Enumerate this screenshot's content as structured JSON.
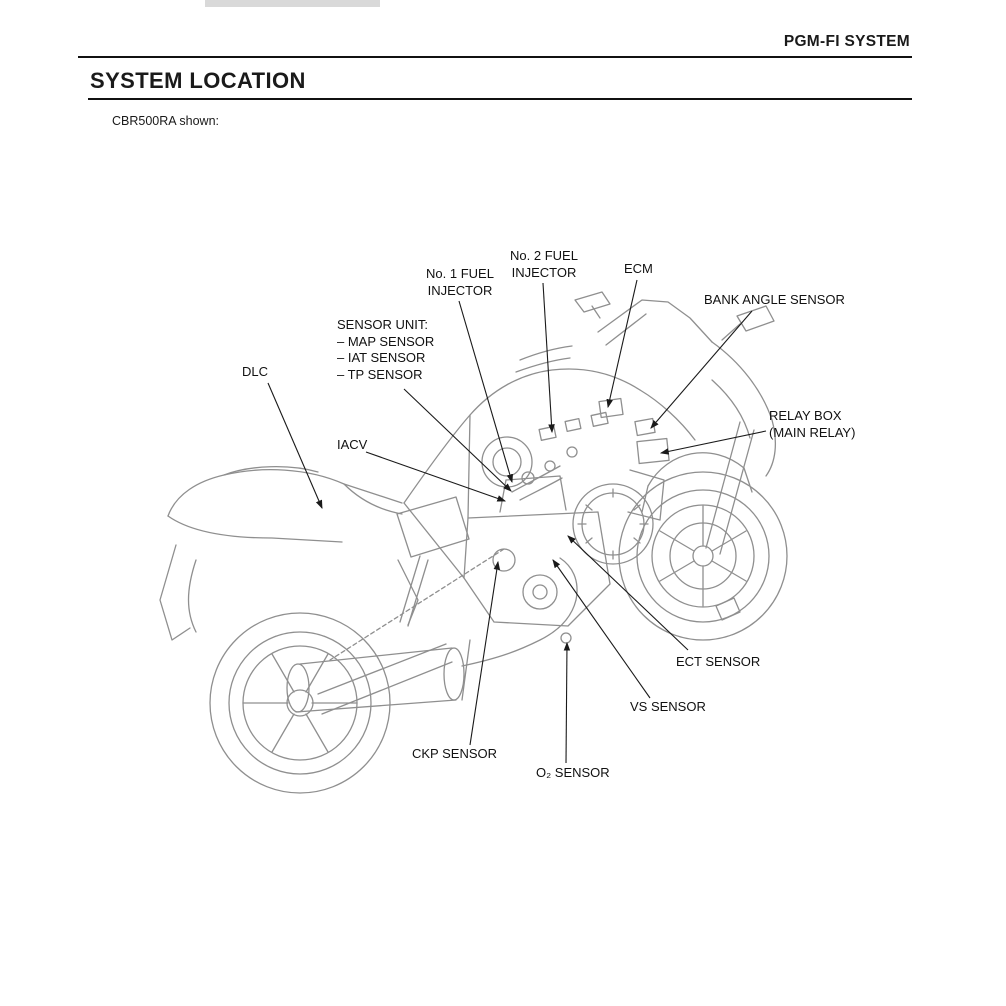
{
  "page": {
    "header_title": "PGM-FI SYSTEM",
    "section_title": "SYSTEM LOCATION",
    "caption": "CBR500RA shown:"
  },
  "diagram": {
    "labels": {
      "no1_fuel_injector": "No. 1 FUEL\nINJECTOR",
      "no2_fuel_injector": "No. 2 FUEL\nINJECTOR",
      "ecm": "ECM",
      "bank_angle_sensor": "BANK ANGLE SENSOR",
      "sensor_unit": "SENSOR UNIT:\n– MAP SENSOR\n– IAT SENSOR\n– TP SENSOR",
      "dlc": "DLC",
      "relay_box": "RELAY BOX\n(MAIN RELAY)",
      "iacv": "IACV",
      "ect_sensor": "ECT SENSOR",
      "vs_sensor": "VS SENSOR",
      "ckp_sensor": "CKP SENSOR",
      "o2_sensor": "O₂ SENSOR"
    },
    "colors": {
      "ink": "#1a1a1a",
      "line_art": "#8f8f8f"
    }
  }
}
